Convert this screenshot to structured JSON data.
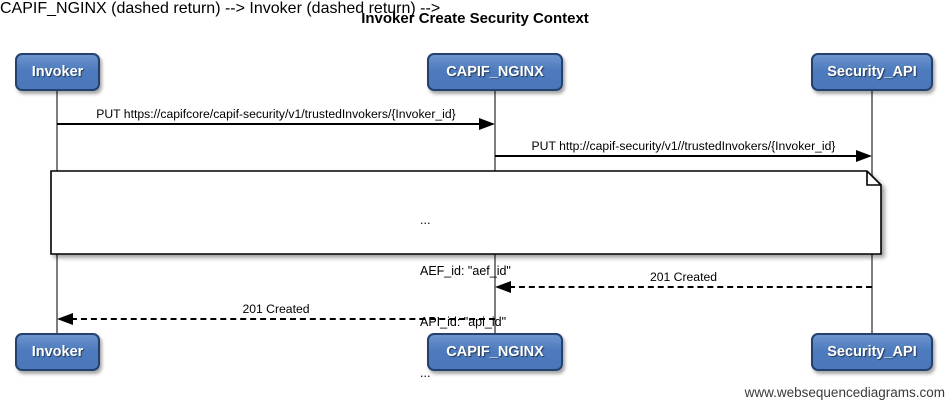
{
  "diagram": {
    "title": "Invoker Create Security Context",
    "watermark": "www.websequencediagrams.com"
  },
  "actors": {
    "invoker": "Invoker",
    "capif_nginx": "CAPIF_NGINX",
    "security_api": "Security_API"
  },
  "messages": {
    "put_trusted_invokers_external": "PUT https://capifcore/capif-security/v1/trustedInvokers/{Invoker_id}",
    "put_trusted_invokers_internal": "PUT http://capif-security/v1//trustedInvokers/{Invoker_id}",
    "created_to_nginx": "201 Created",
    "created_to_invoker": "201 Created"
  },
  "note": {
    "lines": [
      "...",
      "AEF_id: \"aef_id\"",
      "API_id: \"api_id\"",
      "..."
    ]
  },
  "colors": {
    "actor_fill": "#4d7bbd",
    "actor_border": "#24406d",
    "lifeline": "#7e7e7e",
    "arrow": "#000000",
    "note_fill": "#ffffff"
  }
}
